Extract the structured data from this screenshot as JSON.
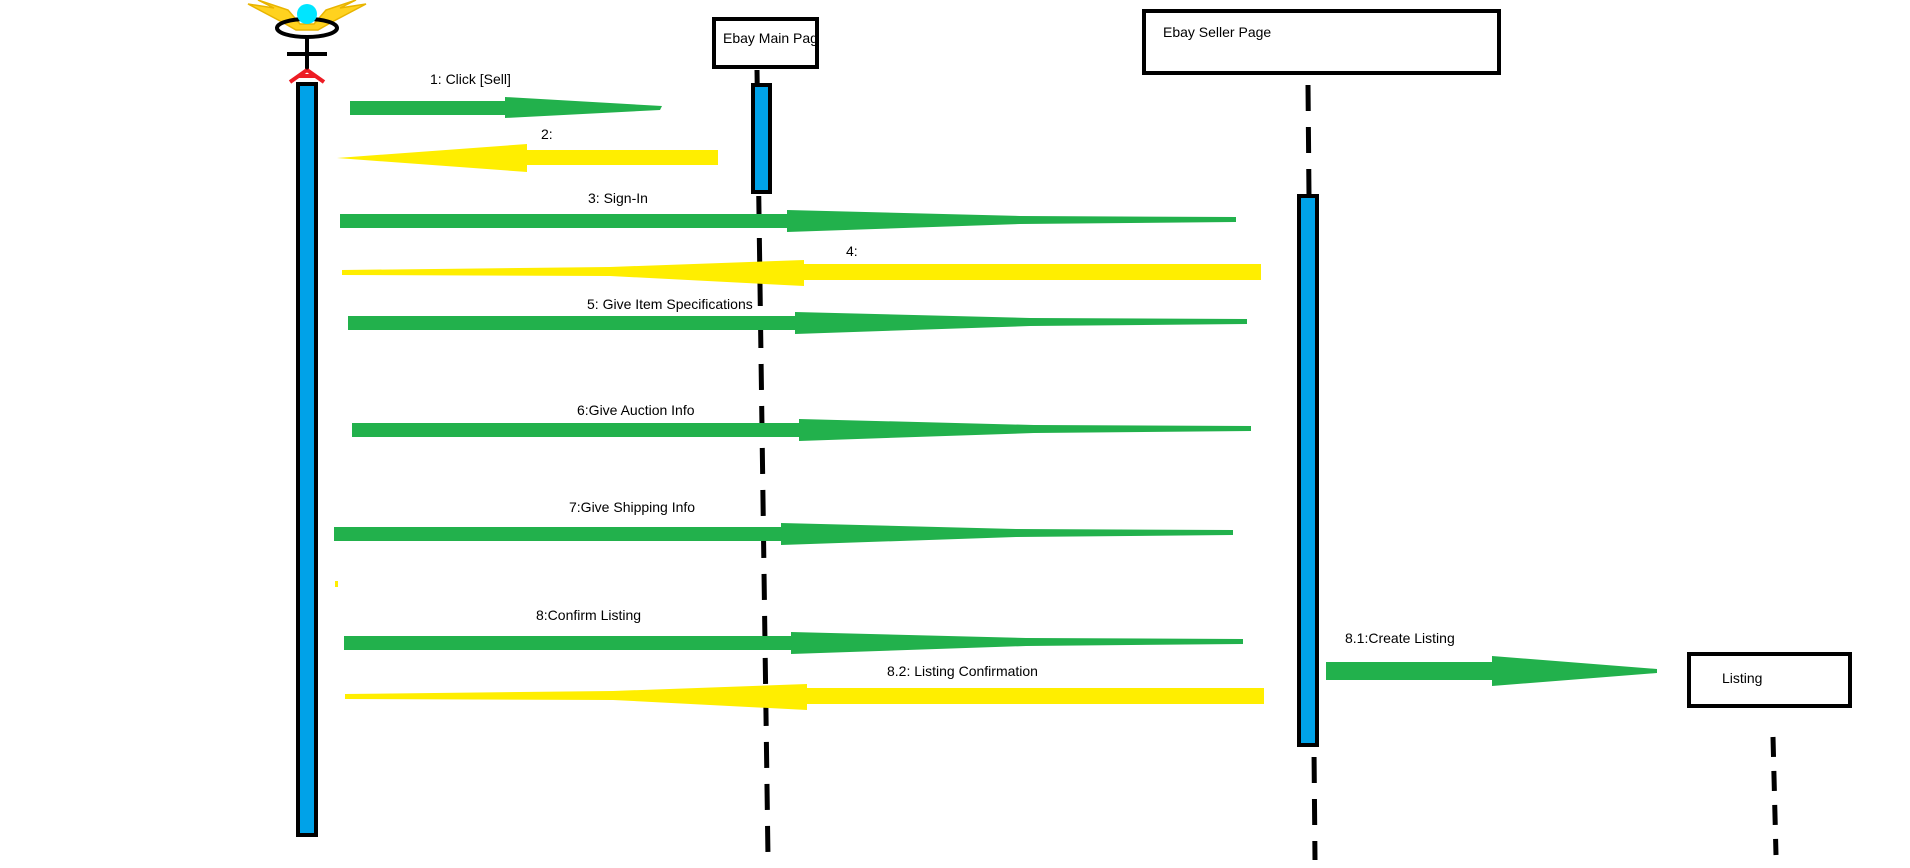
{
  "lifelines": {
    "main_page": "Ebay Main Page",
    "seller_page": "Ebay Seller Page",
    "listing": "Listing"
  },
  "messages": {
    "m1": "1: Click [Sell]",
    "m2": "2:",
    "m3": "3: Sign-In",
    "m4": "4:",
    "m5": "5: Give Item Specifications",
    "m6": "6:Give Auction Info",
    "m7": "7:Give Shipping Info",
    "m8": "8:Confirm Listing",
    "m81": "8.1:Create Listing",
    "m82": "8.2: Listing Confirmation"
  },
  "colors": {
    "request_arrow": "#22b14c",
    "return_arrow": "#ffee00",
    "activation_bar": "#00a2e8",
    "outline": "#000000",
    "actor_halo": "#ffd21f",
    "actor_head_glow": "#00e5ff",
    "actor_feet": "#ed1c24"
  },
  "actor": {
    "icon": "stick-figure-actor-icon"
  }
}
